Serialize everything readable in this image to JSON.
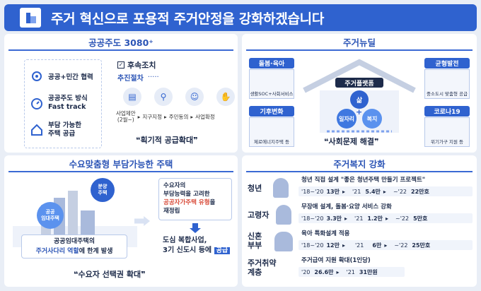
{
  "title": "주거 혁신으로 포용적 주거안정을 강화하겠습니다",
  "p1": {
    "header": "공공주도 3080⁺",
    "left_items": [
      "공공+민간 협력",
      "공공주도 방식",
      "Fast track",
      "부담 가능한",
      "주택 공급"
    ],
    "follow_label": "후속조치",
    "process_label": "추진절차",
    "steps": [
      "사업제안",
      "(2월~)",
      "지구지정",
      "주민동의",
      "사업확정"
    ],
    "quote": "획기적 공급확대"
  },
  "p2": {
    "header": "주거뉴딜",
    "corners": [
      "돌봄·육아",
      "생활SOC+사회서비스",
      "균형발전",
      "중소도시 맞춤형 공급",
      "기후변화",
      "제로에너지주택 등",
      "코로나19",
      "위기가구 지원 등"
    ],
    "roof": "주거플랫폼",
    "circles": [
      "삶",
      "일자리",
      "복지"
    ],
    "plus": "+",
    "quote": "사회문제 해결"
  },
  "p3": {
    "header": "수요맞춤형 부담가능한 주택",
    "labels": [
      "분양",
      "주택",
      "공공",
      "임대주택"
    ],
    "caption1": "공공임대주택의",
    "caption2a": "주거사다리 역할",
    "caption2b": "에 한계 발생",
    "box_lines": [
      "수요자의",
      "부담능력을 고려한",
      "공공자가주택 유형",
      "을",
      "재정립"
    ],
    "result1": "도심 복합사업,",
    "result2": "3기 신도시 등에",
    "result_tag": "공급",
    "quote": "수요자 선택권 확대"
  },
  "p4": {
    "header": "주거복지 강화",
    "rows": [
      {
        "label": "청년",
        "desc": "청년 직접 설계 \"좋은 청년주택 만들기 프로젝트\"",
        "p1": "'18~'20",
        "v1": "13만",
        "p2": "'21",
        "v2": "5.4만",
        "p3": "~'22",
        "v3": "22만호"
      },
      {
        "label": "고령자",
        "desc": "무장애 설계, 돌봄·요양 서비스 강화",
        "p1": "'18~'20",
        "v1": "3.3만",
        "p2": "'21",
        "v2": "1.2만",
        "p3": "~'22",
        "v3": "5만호"
      },
      {
        "label": "신혼",
        "label2": "부부",
        "desc": "육아 특화설계 적용",
        "p1": "'18~'20",
        "v1": "12만",
        "p2": "'21",
        "v2": "6만",
        "p3": "~'22",
        "v3": "25만호"
      },
      {
        "label": "주거취약",
        "label2": "계층",
        "desc": "주거급여 지원 확대(1인당)",
        "p1": "'20",
        "v1": "26.6만",
        "p2": "'21",
        "v2": "31만원"
      }
    ]
  },
  "colors": {
    "primary": "#2f62cf",
    "accent": "#d84a38",
    "navy": "#1d2b4a"
  }
}
